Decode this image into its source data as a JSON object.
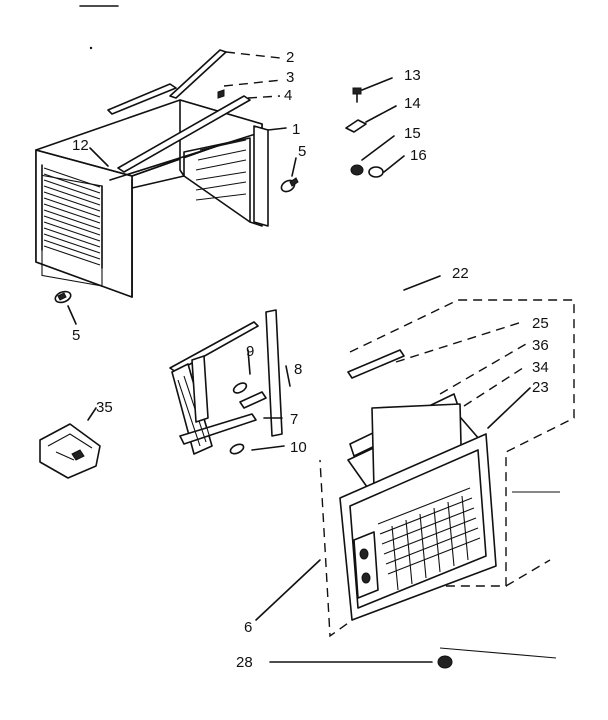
{
  "callouts": [
    {
      "id": "c2",
      "text": "2"
    },
    {
      "id": "c3",
      "text": "3"
    },
    {
      "id": "c4",
      "text": "4"
    },
    {
      "id": "c1",
      "text": "1"
    },
    {
      "id": "c12",
      "text": "12"
    },
    {
      "id": "c5a",
      "text": "5"
    },
    {
      "id": "c5b",
      "text": "5"
    },
    {
      "id": "c13",
      "text": "13"
    },
    {
      "id": "c14",
      "text": "14"
    },
    {
      "id": "c15",
      "text": "15"
    },
    {
      "id": "c16",
      "text": "16"
    },
    {
      "id": "c22",
      "text": "22"
    },
    {
      "id": "c25",
      "text": "25"
    },
    {
      "id": "c36",
      "text": "36"
    },
    {
      "id": "c34",
      "text": "34"
    },
    {
      "id": "c23",
      "text": "23"
    },
    {
      "id": "c9",
      "text": "9"
    },
    {
      "id": "c8",
      "text": "8"
    },
    {
      "id": "c7",
      "text": "7"
    },
    {
      "id": "c10",
      "text": "10"
    },
    {
      "id": "c35",
      "text": "35"
    },
    {
      "id": "c6",
      "text": "6"
    },
    {
      "id": "c28",
      "text": "28"
    }
  ]
}
